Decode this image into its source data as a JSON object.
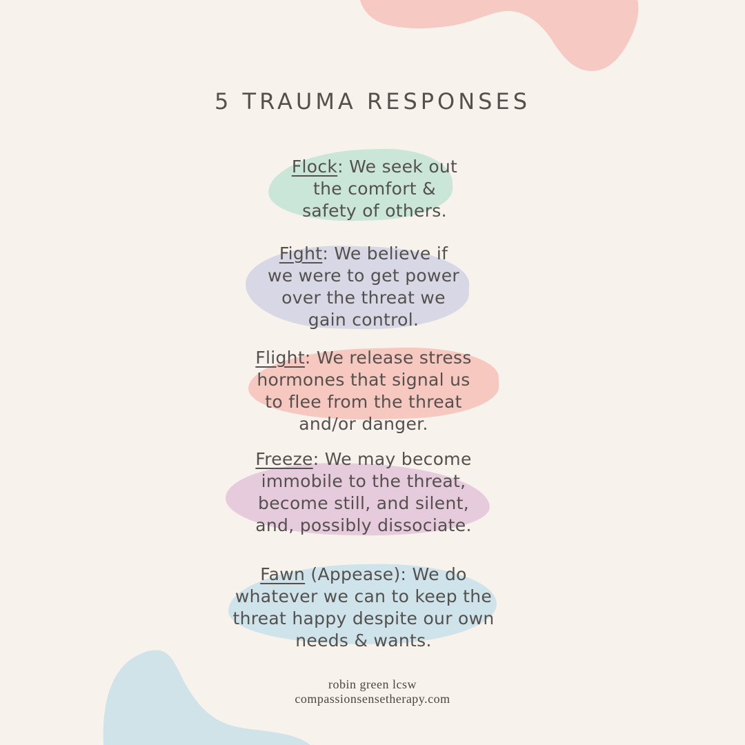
{
  "title": "5 TRAUMA RESPONSES",
  "sections": [
    {
      "term": "Flock",
      "rest": ": We seek out",
      "lines": [
        "the comfort &",
        "safety of others."
      ],
      "color": "#c9e6d9"
    },
    {
      "term": "Fight",
      "rest": ": We believe if",
      "lines": [
        "we were to get power",
        "over the threat we",
        "gain control."
      ],
      "color": "#d7d7e5"
    },
    {
      "term": "Flight",
      "rest": ": We release stress",
      "lines": [
        "hormones that signal us",
        "to flee from the threat",
        "and/or danger."
      ],
      "color": "#f6c8bf"
    },
    {
      "term": "Freeze",
      "rest": ": We may become",
      "lines": [
        "immobile to the threat,",
        "become still, and silent,",
        "and, possibly dissociate."
      ],
      "color": "#e6cbdd"
    },
    {
      "term": "Fawn",
      "rest": " (Appease): We do",
      "lines": [
        "whatever we can to keep the",
        "threat happy despite our own",
        "needs & wants."
      ],
      "color": "#cee4ea"
    }
  ],
  "footer": {
    "author": "robin green lcsw",
    "website": "compassionsensetherapy.com"
  },
  "colors": {
    "background": "#f7f2ec",
    "text": "#54504d",
    "title_text": "#55504c",
    "footer_text": "#4a4541",
    "corner_pink": "#f6cac2",
    "corner_blue": "#cfe3e9"
  }
}
